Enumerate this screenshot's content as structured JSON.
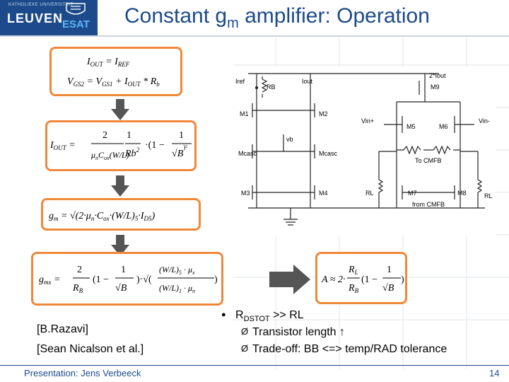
{
  "logo": {
    "small": "KATHOLIEKE UNIVERSITEIT",
    "main": "LEUVEN",
    "dept": "ESAT"
  },
  "title": {
    "text": "Constant g",
    "sub": "m",
    "rest": " amplifier: Operation"
  },
  "circuit_labels": {
    "iref": "Iref",
    "rb": "RB",
    "iout": "Iout",
    "twoiout": "2*Iout",
    "m9": "M9",
    "m1": "M1",
    "m2": "M2",
    "vinp": "Vin+",
    "vinm": "Vin-",
    "m5": "M5",
    "m6": "M6",
    "vb": "vb",
    "mcasc1": "Mcasc",
    "mcasc2": "Mcasc",
    "tocmfb": "To CMFB",
    "m3": "M3",
    "m4": "M4",
    "rl1": "RL",
    "m7": "M7",
    "m8": "M8",
    "rl2": "RL",
    "fromcmfb": "from CMFB"
  },
  "references": [
    "[B.Razavi]",
    "[Sean Nicalson et  al.]"
  ],
  "bullets": {
    "main_prefix": "R",
    "main_sub": "DSTOT",
    "main_rest": " >> RL",
    "sub1": "Transistor length ↑",
    "sub2": "Trade-off: BB <=> temp/RAD  tolerance",
    "main_marker": "●",
    "sub_marker": "Ø"
  },
  "footer": {
    "left": "Presentation: Jens Verbeeck",
    "page": "14"
  },
  "colors": {
    "accent": "#1c4a8a",
    "box_border": "#f0883a",
    "arrow": "#555555"
  }
}
